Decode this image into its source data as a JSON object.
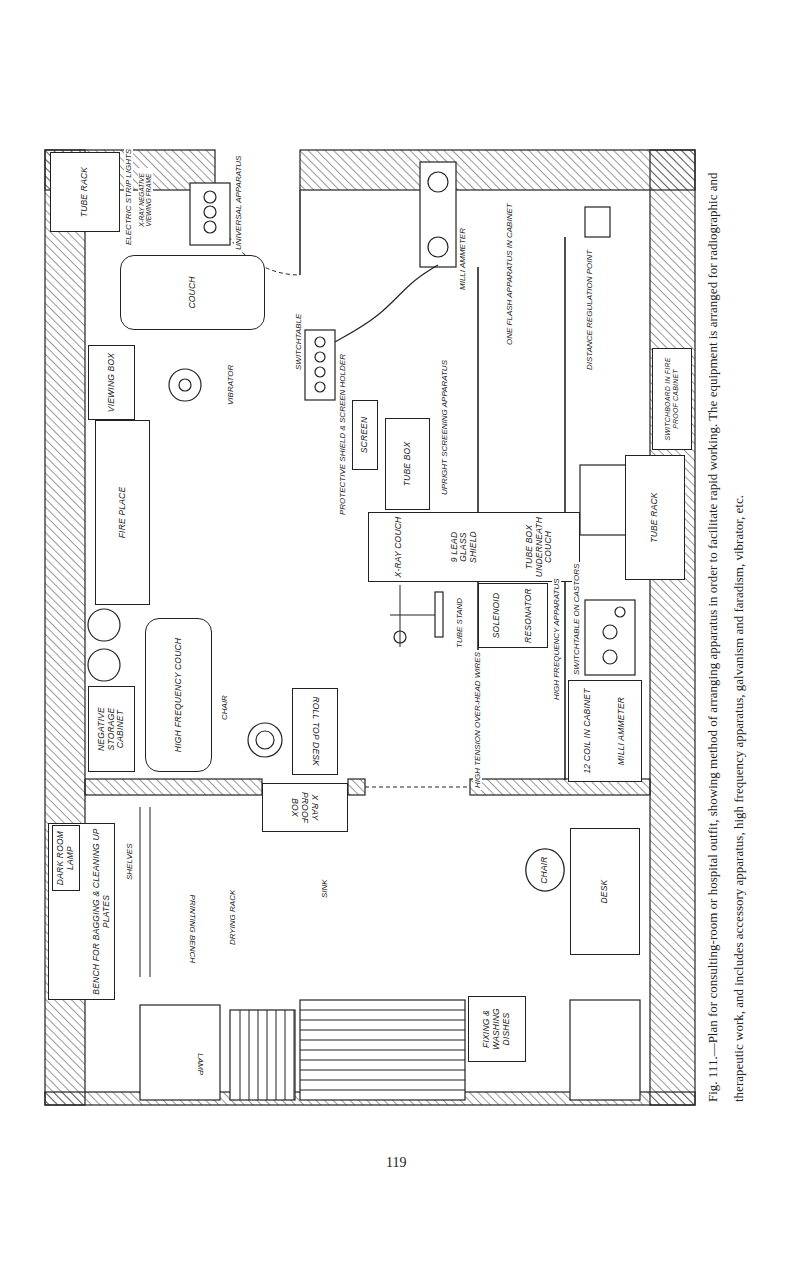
{
  "diagram": {
    "caption": "Fig. 111.—Plan for consulting-room or hospital outfit, showing method of arranging apparatus in order to facilitate rapid working. The equipment is arranged for radiographic and therapeutic work, and includes accessory apparatus, high frequency apparatus, galvanism and faradism, vibrator, etc.",
    "nodes": [
      {
        "text": [
          "TUBE RACK"
        ]
      },
      {
        "text": [
          "COUCH"
        ]
      },
      {
        "text": [
          "VIEWING BOX"
        ]
      },
      {
        "text": [
          "FIRE PLACE"
        ]
      },
      {
        "text": [
          "NEGATIVE STORAGE CABINET"
        ]
      },
      {
        "text": [
          "HIGH FREQUENCY COUCH"
        ]
      },
      {
        "text": [
          "ROLL TOP DESK"
        ]
      },
      {
        "text": [
          "SCREEN"
        ]
      },
      {
        "text": [
          "TUBE BOX"
        ]
      },
      {
        "text": [
          "X-RAY COUCH",
          "9 LEAD GLASS SHIELD",
          "TUBE BOX UNDERNEATH COUCH"
        ]
      },
      {
        "text": [
          "SOLENOID",
          "RESONATOR"
        ]
      },
      {
        "text": [
          "12 COIL IN CABINET",
          "MILLI AMMETER"
        ]
      },
      {
        "text": [
          "TUBE RACK"
        ]
      },
      {
        "text": [
          "SWITCHBOARD IN FIRE PROOF CABINET"
        ]
      },
      {
        "text": [
          "X RAY PROOF BOX"
        ]
      },
      {
        "text": [
          "BENCH FOR BAGGING & CLEANING UP PLATES"
        ]
      },
      {
        "text": [
          "DARK ROOM LAMP"
        ],
        "in": 15
      },
      {
        "text": [
          "CHAIR"
        ]
      },
      {
        "text": [
          "DESK"
        ]
      },
      {
        "text": [
          "FIXING & WASHING DISHES"
        ]
      }
    ],
    "labels": [
      "ELECTRIC STRIP LIGHTS",
      "X-RAY NEGATIVE VIEWING FRAME",
      "UNIVERSAL APPARATUS",
      "VIBRATOR",
      "CHAIR",
      "SWITCHTABLE",
      "PROTECTIVE SHIELD & SCREEN HOLDER",
      "UPRIGHT SCREENING APPARATUS",
      "MILLI AMMETER",
      "ONE FLASH APPARATUS IN CABINET",
      "TUBE STAND",
      "HIGH FREQUENCY APPARATUS",
      "HIGH TENSION OVER-HEAD WIRES",
      "DISTANCE REGULATION POINT",
      "SWITCHTABLE ON CASTORS",
      "SHELVES",
      "DRYING RACK",
      "SINK",
      "PRINTING BENCH",
      "LAMP",
      "119"
    ]
  }
}
